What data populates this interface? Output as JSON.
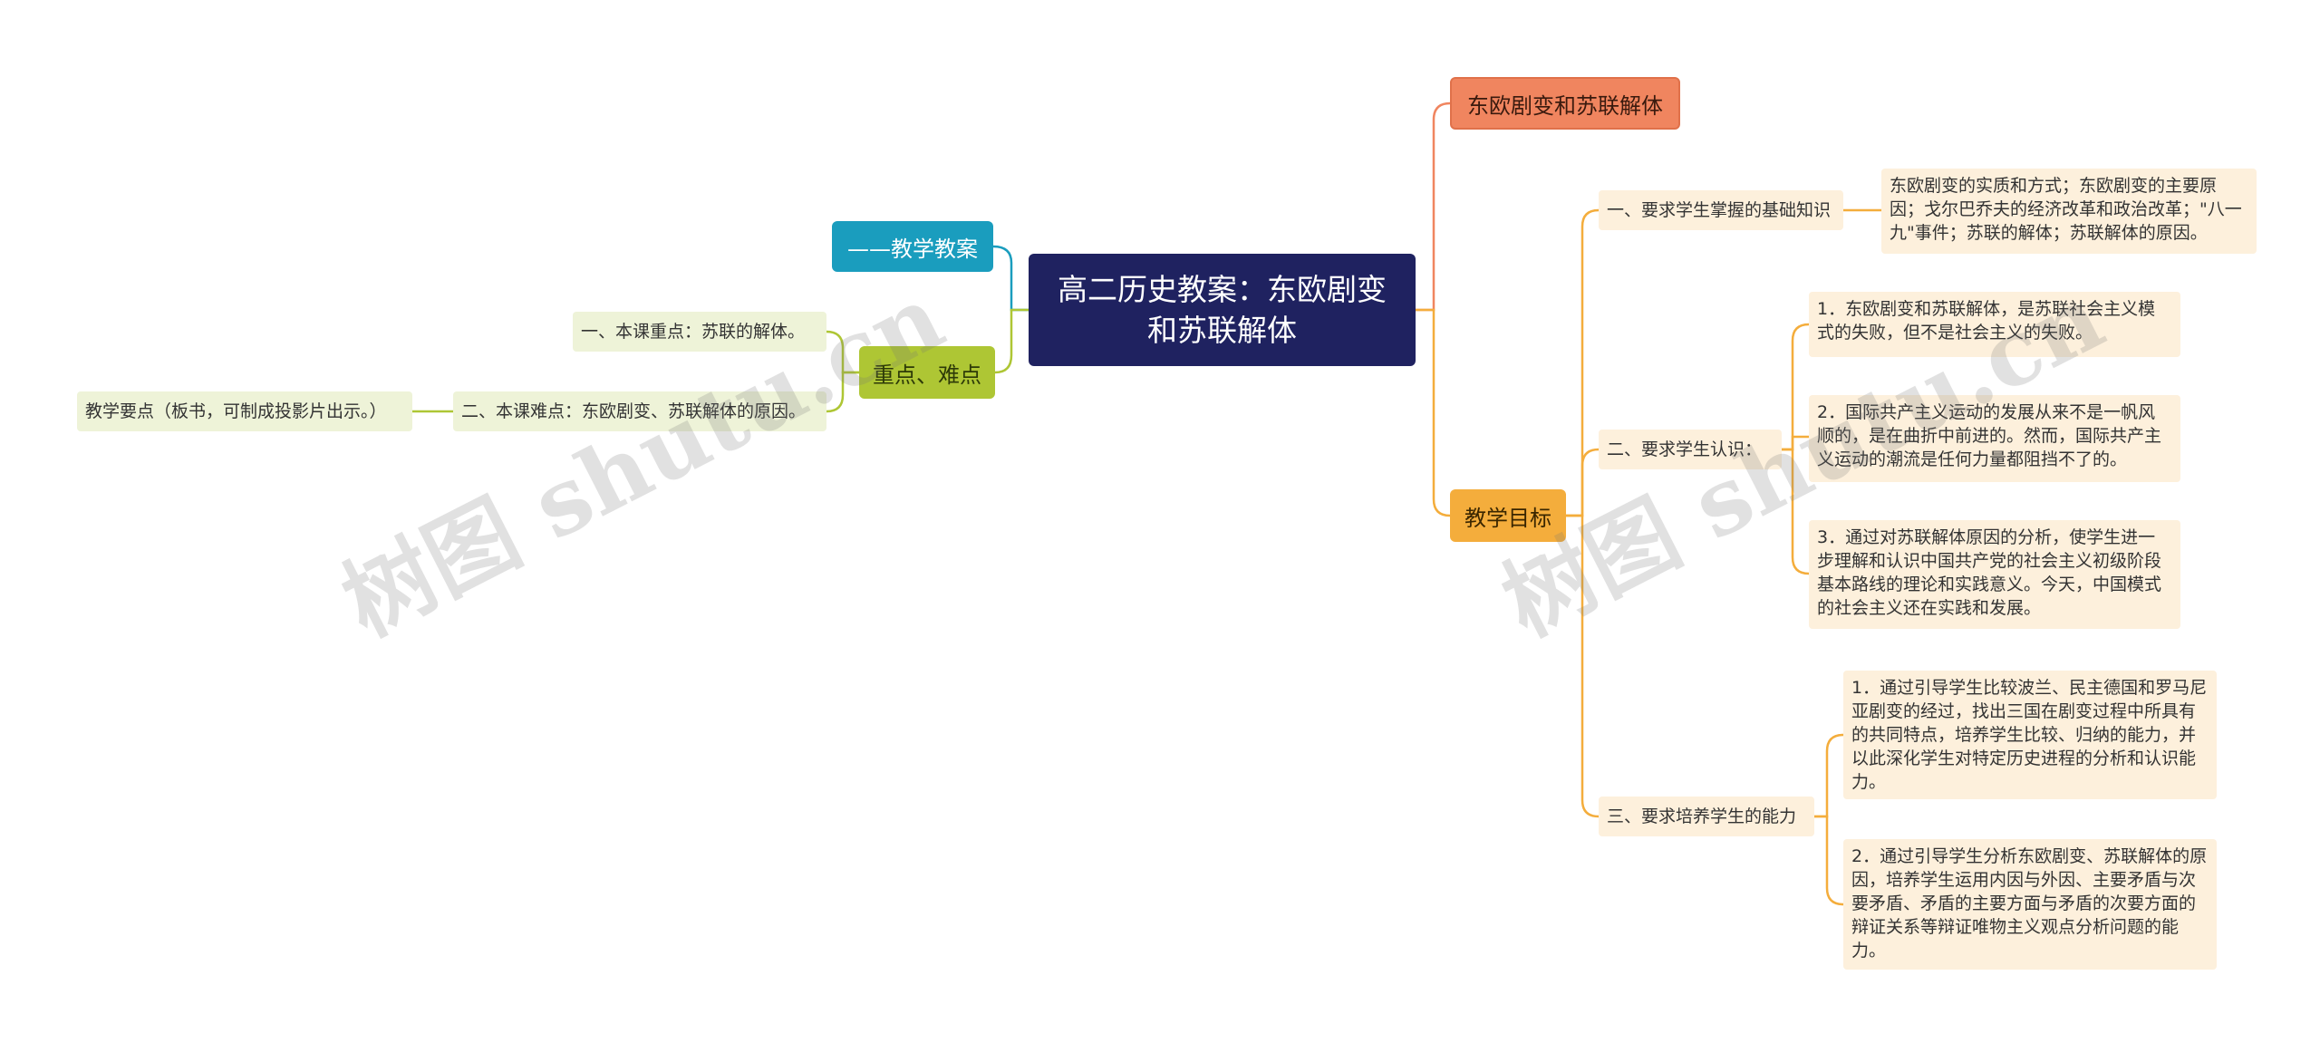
{
  "root": {
    "title": "高二历史教案：东欧剧变和苏联解体"
  },
  "left": {
    "jiaoan": {
      "label": "——教学教案"
    },
    "zhongdian": {
      "label": "重点、难点",
      "items": [
        "一、本课重点：苏联的解体。",
        "二、本课难点：东欧剧变、苏联解体的原因。"
      ],
      "sub": "教学要点（板书，可制成投影片出示。）"
    }
  },
  "right": {
    "dongou": {
      "label": "东欧剧变和苏联解体"
    },
    "mubiao": {
      "label": "教学目标",
      "branches": [
        {
          "label": "一、要求学生掌握的基础知识",
          "items": [
            "东欧剧变的实质和方式；东欧剧变的主要原因；戈尔巴乔夫的经济改革和政治改革；\"八一九\"事件；苏联的解体；苏联解体的原因。"
          ]
        },
        {
          "label": "二、要求学生认识：",
          "items": [
            "1．东欧剧变和苏联解体，是苏联社会主义模式的失败，但不是社会主义的失败。",
            "2．国际共产主义运动的发展从来不是一帆风顺的，是在曲折中前进的。然而，国际共产主义运动的潮流是任何力量都阻挡不了的。",
            "3．通过对苏联解体原因的分析，使学生进一步理解和认识中国共产党的社会主义初级阶段基本路线的理论和实践意义。今天，中国模式的社会主义还在实践和发展。"
          ]
        },
        {
          "label": "三、要求培养学生的能力",
          "items": [
            "1．通过引导学生比较波兰、民主德国和罗马尼亚剧变的经过，找出三国在剧变过程中所具有的共同特点，培养学生比较、归纳的能力，并以此深化学生对特定历史进程的分析和认识能力。",
            "2．通过引导学生分析东欧剧变、苏联解体的原因，培养学生运用内因与外因、主要矛盾与次要矛盾、矛盾的主要方面与矛盾的次要方面的辩证关系等辩证唯物主义观点分析问题的能力。"
          ]
        }
      ]
    }
  },
  "watermarks": [
    "树图 shutu.cn",
    "树图 shutu.cn"
  ],
  "colors": {
    "root": "#1f2260",
    "jiaoan": "#1a9dbe",
    "zhongdian": "#aec634",
    "dongou": "#f0855f",
    "mubiao": "#f4ad3c",
    "leaf": "#fdf0dc",
    "leaf_green": "#eef3d8"
  }
}
